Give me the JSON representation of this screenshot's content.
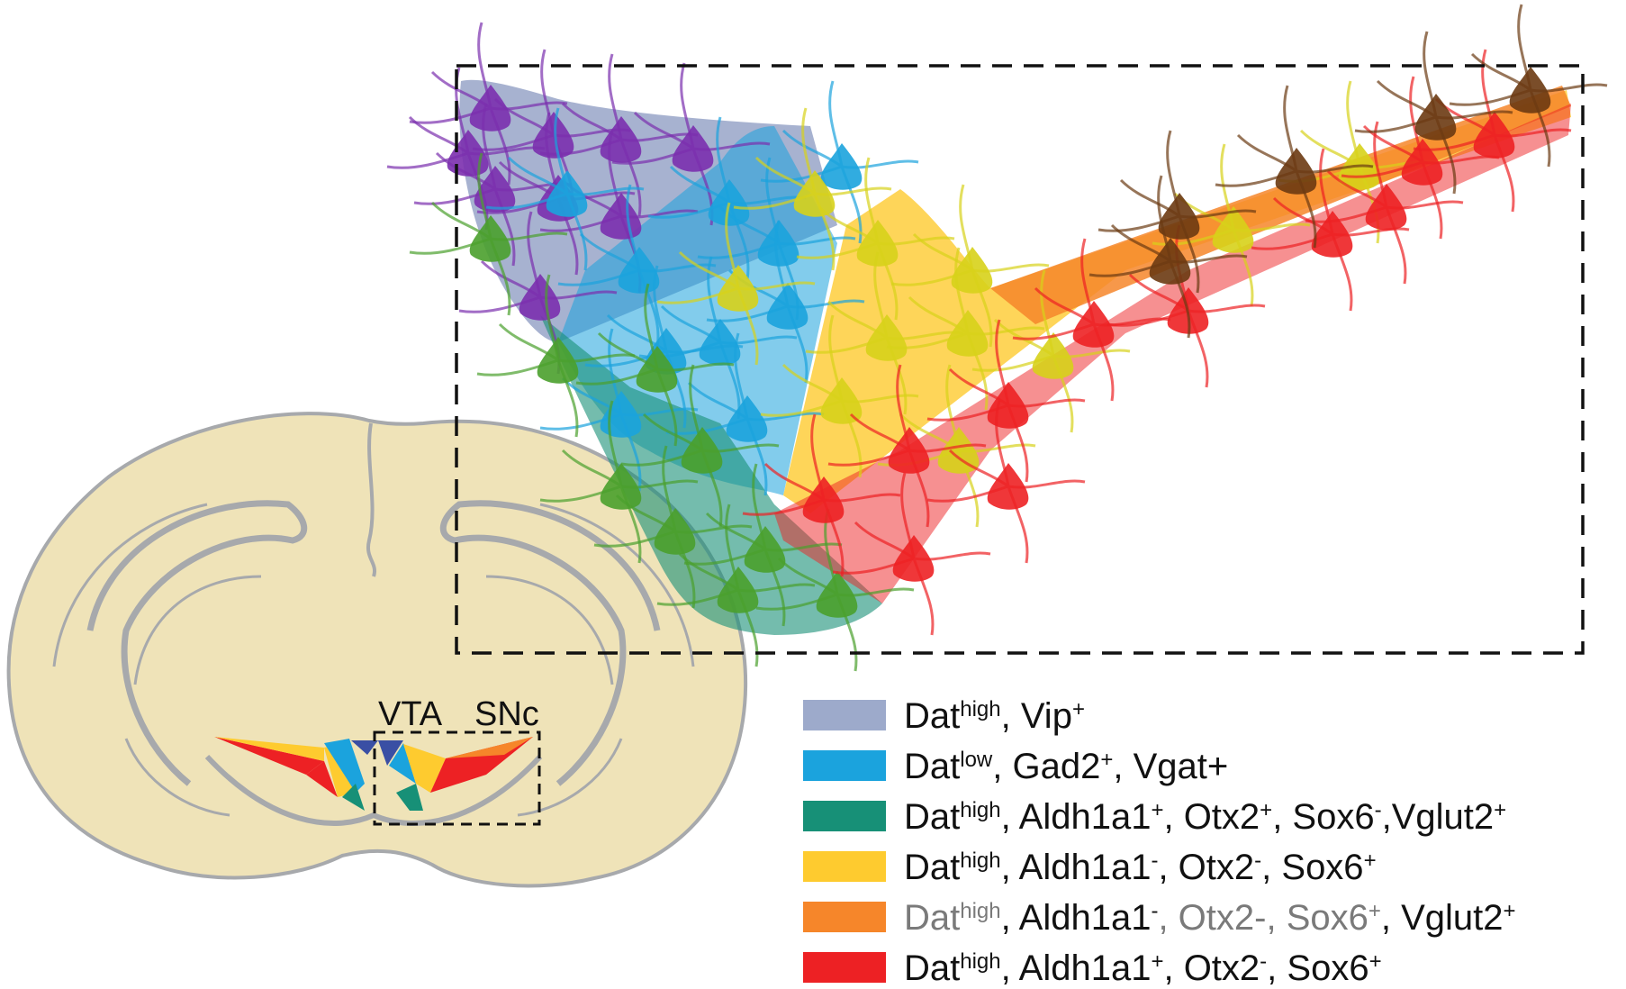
{
  "brain": {
    "labels": {
      "vta": "VTA",
      "snc": "SNc"
    }
  },
  "colors": {
    "vip": "#9daacb",
    "gad2": "#1ba3dd",
    "aldh1a1_pos": "#179077",
    "sox6": "#fecb2f",
    "vglut2": "#f6862a",
    "aldh1a1_otx2neg": "#ed2124",
    "brain_fill": "#efe3b8",
    "brain_outline": "#a7a9ac"
  },
  "legend": [
    {
      "color": "#9daacb",
      "parts": [
        {
          "t": "Dat",
          "sup": false,
          "grey": false
        },
        {
          "t": "high",
          "sup": true,
          "grey": false
        },
        {
          "t": ",  Vip",
          "sup": false,
          "grey": false
        },
        {
          "t": "+",
          "sup": true,
          "grey": false
        }
      ]
    },
    {
      "color": "#1ba3dd",
      "parts": [
        {
          "t": "Dat",
          "sup": false,
          "grey": false
        },
        {
          "t": "low",
          "sup": true,
          "grey": false
        },
        {
          "t": ",  Gad2",
          "sup": false,
          "grey": false
        },
        {
          "t": "+",
          "sup": true,
          "grey": false
        },
        {
          "t": ", Vgat+",
          "sup": false,
          "grey": false
        }
      ]
    },
    {
      "color": "#179077",
      "parts": [
        {
          "t": "Dat",
          "sup": false,
          "grey": false
        },
        {
          "t": "high",
          "sup": true,
          "grey": false
        },
        {
          "t": ",  Aldh1a1",
          "sup": false,
          "grey": false
        },
        {
          "t": "+",
          "sup": true,
          "grey": false
        },
        {
          "t": ", Otx2",
          "sup": false,
          "grey": false
        },
        {
          "t": "+",
          "sup": true,
          "grey": false
        },
        {
          "t": ", Sox6",
          "sup": false,
          "grey": false
        },
        {
          "t": "-",
          "sup": true,
          "grey": false
        },
        {
          "t": ",Vglut2",
          "sup": false,
          "grey": false
        },
        {
          "t": "+",
          "sup": true,
          "grey": false
        }
      ]
    },
    {
      "color": "#fecb2f",
      "parts": [
        {
          "t": "Dat",
          "sup": false,
          "grey": false
        },
        {
          "t": "high",
          "sup": true,
          "grey": false
        },
        {
          "t": ",  Aldh1a1",
          "sup": false,
          "grey": false
        },
        {
          "t": "-",
          "sup": true,
          "grey": false
        },
        {
          "t": ", Otx2",
          "sup": false,
          "grey": false
        },
        {
          "t": "-",
          "sup": true,
          "grey": false
        },
        {
          "t": ", Sox6",
          "sup": false,
          "grey": false
        },
        {
          "t": "+",
          "sup": true,
          "grey": false
        }
      ]
    },
    {
      "color": "#f6862a",
      "parts": [
        {
          "t": "Dat",
          "sup": false,
          "grey": true
        },
        {
          "t": "high",
          "sup": true,
          "grey": true
        },
        {
          "t": ",  Aldh1a1",
          "sup": false,
          "grey": false
        },
        {
          "t": "-",
          "sup": true,
          "grey": false
        },
        {
          "t": ", Otx2-, Sox6",
          "sup": false,
          "grey": true
        },
        {
          "t": "+",
          "sup": true,
          "grey": true
        },
        {
          "t": ", Vglut2",
          "sup": false,
          "grey": false
        },
        {
          "t": "+",
          "sup": true,
          "grey": false
        }
      ]
    },
    {
      "color": "#ed2124",
      "parts": [
        {
          "t": "Dat",
          "sup": false,
          "grey": false
        },
        {
          "t": "high",
          "sup": true,
          "grey": false
        },
        {
          "t": ",  Aldh1a1",
          "sup": false,
          "grey": false
        },
        {
          "t": "+",
          "sup": true,
          "grey": false
        },
        {
          "t": ", Otx2",
          "sup": false,
          "grey": false
        },
        {
          "t": "-",
          "sup": true,
          "grey": false
        },
        {
          "t": ", Sox6",
          "sup": false,
          "grey": false
        },
        {
          "t": "+",
          "sup": true,
          "grey": false
        }
      ]
    }
  ]
}
